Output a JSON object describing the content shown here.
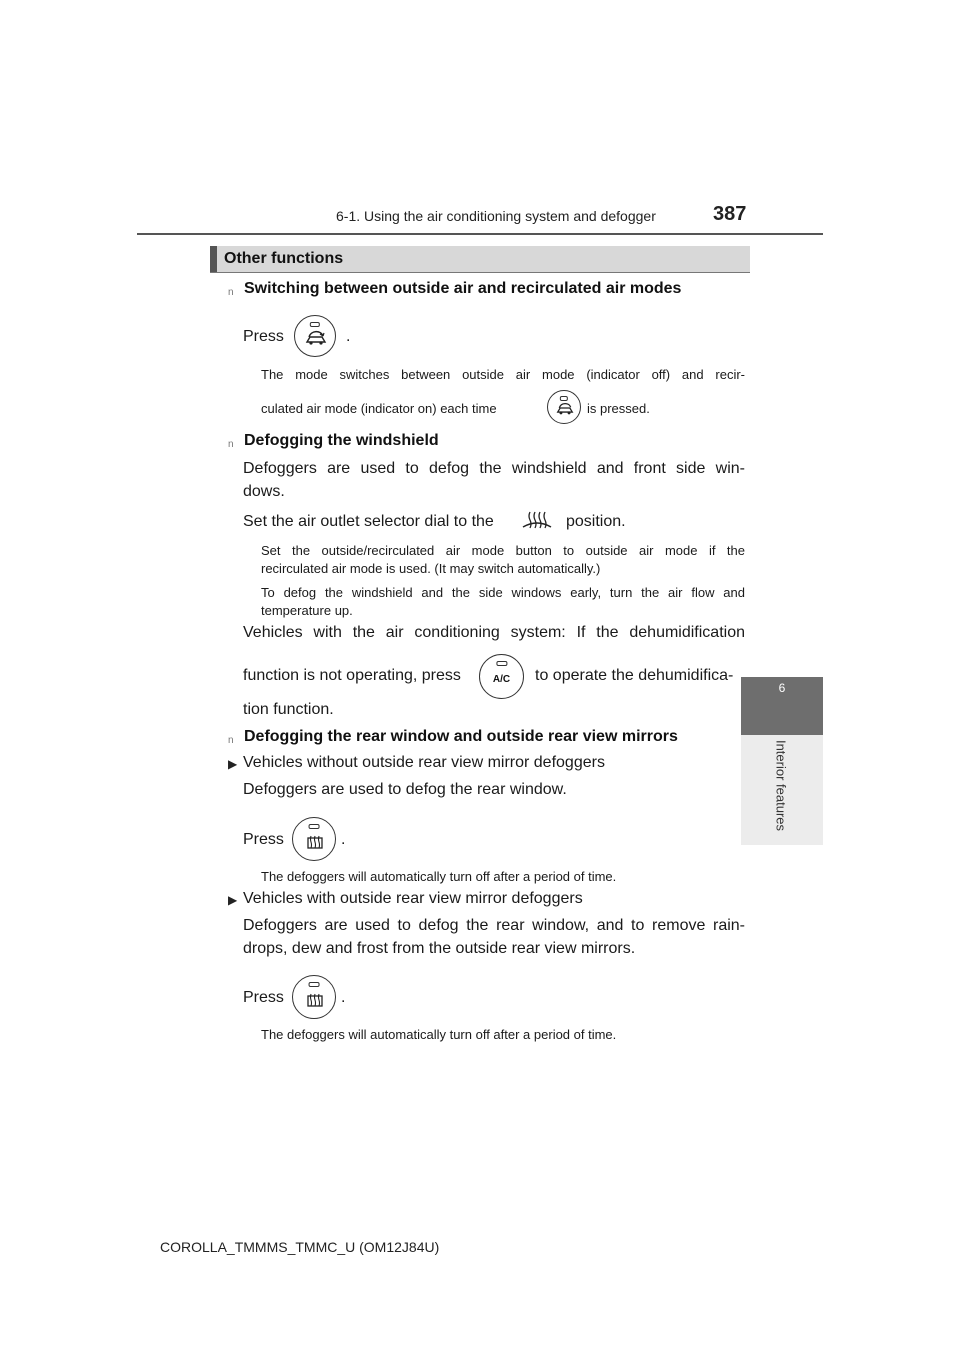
{
  "header": {
    "section_title": "6-1. Using the air conditioning system and defogger",
    "page_number": "387"
  },
  "side_tab": {
    "chapter_number": "6",
    "chapter_label": "Interior features"
  },
  "section": {
    "title": "Other functions",
    "recirc": {
      "bullet": "n",
      "heading": "Switching between outside air and recirculated air modes",
      "press_word": "Press",
      "period": ".",
      "note_line1": "The mode switches between outside air mode (indicator off) and recir-",
      "note_line2_start": "culated air mode (indicator on) each time",
      "note_line2_end": "is pressed."
    },
    "windshield": {
      "bullet": "n",
      "heading": "Defogging the windshield",
      "line1": "Defoggers are used to defog the windshield and front side win-",
      "line2": "dows.",
      "dial_start": "Set the air outlet selector dial to the",
      "dial_end": "position.",
      "note1_line1": "Set the outside/recirculated air mode button to outside air mode if the",
      "note1_line2": "recirculated air mode is used. (It may switch automatically.)",
      "note2_line1": "To defog the windshield and the side windows early, turn the air flow and",
      "note2_line2": "temperature up.",
      "ac_line1": "Vehicles with the air conditioning system: If the dehumidification",
      "ac_line2_start": "function is not operating, press",
      "ac_line2_end": "to operate the dehumidifica-",
      "ac_line3": "tion function.",
      "ac_button_label": "A/C"
    },
    "rear": {
      "bullet": "n",
      "heading": "Defogging the rear window and outside rear view mirrors",
      "without": {
        "arrow": "▶",
        "label": "Vehicles without outside rear view mirror defoggers",
        "desc": "Defoggers are used to defog the rear window.",
        "press_word": "Press",
        "period": ".",
        "note": "The defoggers will automatically turn off after a period of time."
      },
      "with": {
        "arrow": "▶",
        "label": "Vehicles with outside rear view mirror defoggers",
        "desc_line1": "Defoggers are used to defog the rear window, and to remove rain-",
        "desc_line2": "drops, dew and frost from the outside rear view mirrors.",
        "press_word": "Press",
        "period": ".",
        "note": "The defoggers will automatically turn off after a period of time."
      }
    }
  },
  "footer": {
    "doc_id": "COROLLA_TMMMS_TMMC_U (OM12J84U)"
  },
  "icons": {
    "recirc_button": "recirculate-air-icon",
    "windshield_mode": "windshield-defrost-icon",
    "ac_button": "ac-button-icon",
    "rear_defogger_button": "rear-defogger-icon"
  }
}
